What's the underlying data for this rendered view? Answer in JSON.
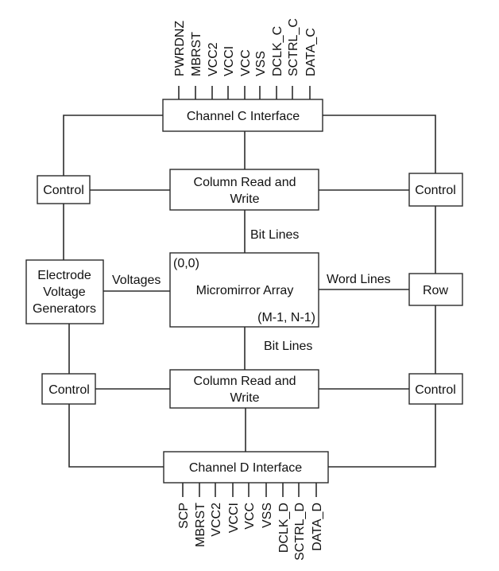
{
  "diagram": {
    "channel_c": {
      "label": "Channel C Interface"
    },
    "channel_d": {
      "label": "Channel D Interface"
    },
    "col_rw_top": {
      "line1": "Column Read and",
      "line2": "Write"
    },
    "col_rw_bottom": {
      "line1": "Column Read and",
      "line2": "Write"
    },
    "control_top_left": {
      "label": "Control"
    },
    "control_top_right": {
      "label": "Control"
    },
    "control_bottom_left": {
      "label": "Control"
    },
    "control_bottom_right": {
      "label": "Control"
    },
    "electrode": {
      "line1": "Electrode",
      "line2": "Voltage",
      "line3": "Generators"
    },
    "array": {
      "label": "Micromirror Array",
      "origin": "(0,0)",
      "end": "(M-1, N-1)"
    },
    "row": {
      "label": "Row"
    },
    "edge_labels": {
      "bit_lines_top": "Bit Lines",
      "bit_lines_bottom": "Bit Lines",
      "voltages": "Voltages",
      "word_lines": "Word Lines"
    },
    "pins_top": [
      "PWRDNZ",
      "MBRST",
      "VCC2",
      "VCCI",
      "VCC",
      "VSS",
      "DCLK_C",
      "SCTRL_C",
      "DATA_C"
    ],
    "pins_bottom": [
      "SCP",
      "MBRST",
      "VCC2",
      "VCCI",
      "VCC",
      "VSS",
      "DCLK_D",
      "SCTRL_D",
      "DATA_D"
    ]
  }
}
